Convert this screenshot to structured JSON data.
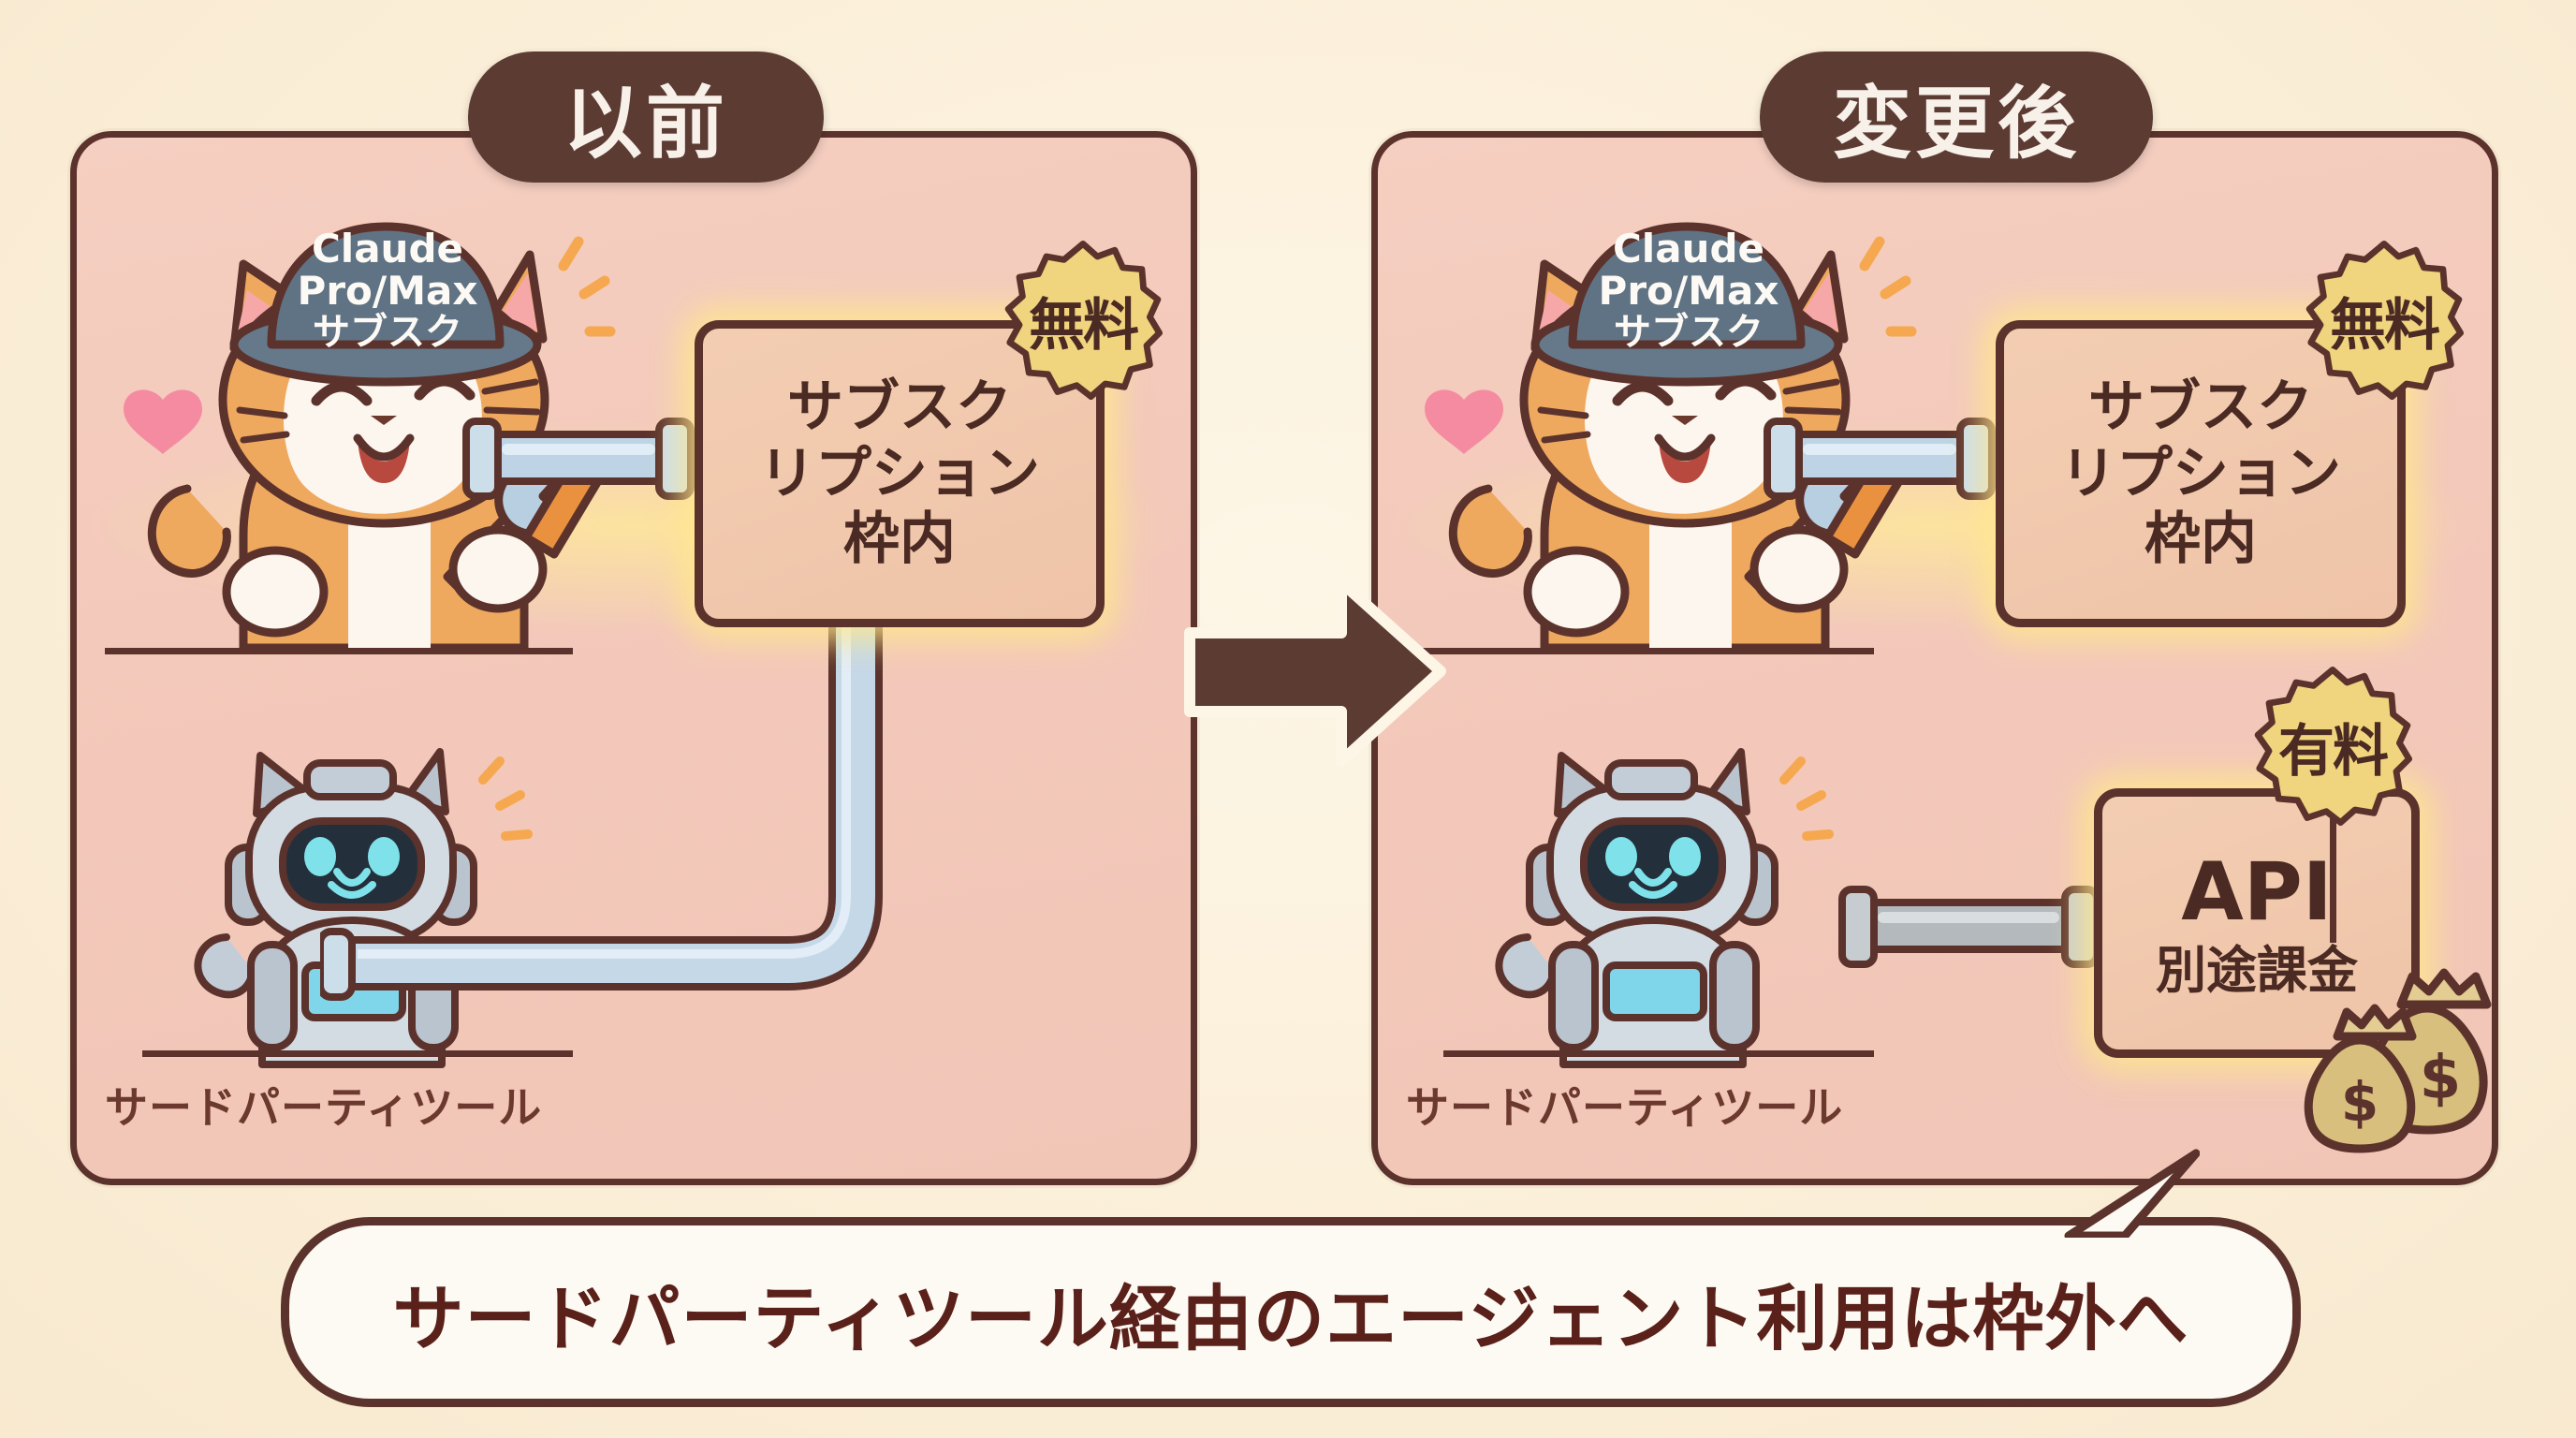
{
  "meta": {
    "title": "Claude Pro/Max subscription scope change diagram",
    "colors": {
      "page_bg": "#fbefd9",
      "panel_bg": "#f3c9bb",
      "outline": "#5c332c",
      "pill_bg": "#5c3b33",
      "badge_yellow": "#f0d47e",
      "box_fill": "#f0c6aa",
      "glow_yellow": "#ffe78c",
      "banner_bg": "#fdfaf3",
      "banner_text": "#5a201a",
      "heart_pink": "#f58ba0",
      "cat_orange": "#efa95f",
      "robot_steel": "#c3cdd7",
      "robot_cyan": "#7fe2ea",
      "pipe_blue": "#b9cde0",
      "pipe_gray": "#b4b9bd",
      "money_gold": "#d9bf7e"
    }
  },
  "panels": [
    {
      "id": "before",
      "header": "以前",
      "cat": {
        "hat_lines": [
          "Claude",
          "Pro/Max",
          "サブスク"
        ]
      },
      "box": {
        "lines": [
          "サブスク",
          "リプション",
          "枠内"
        ],
        "badge": "無料"
      },
      "robot": {
        "label": "サードパーティツール"
      },
      "connection": {
        "type": "connected-elbow",
        "description": "pipe from third-party tool curves up into the subscription box"
      }
    },
    {
      "id": "after",
      "header": "変更後",
      "cat": {
        "hat_lines": [
          "Claude",
          "Pro/Max",
          "サブスク"
        ]
      },
      "box": {
        "lines": [
          "サブスク",
          "リプション",
          "枠内"
        ],
        "badge": "無料"
      },
      "robot": {
        "label": "サードパーティツール"
      },
      "api_box": {
        "lines": [
          "API",
          "別途課金"
        ],
        "badge": "有料"
      },
      "connection": {
        "type": "separate-straight",
        "description": "third-party tool now connects to a separate paid API box"
      }
    }
  ],
  "arrow": {
    "direction": "right",
    "name": "transition-arrow"
  },
  "money_bags": {
    "symbol": "$",
    "count": 2
  },
  "banner": {
    "text": "サードパーティツール経由のエージェント利用は枠外へ"
  }
}
